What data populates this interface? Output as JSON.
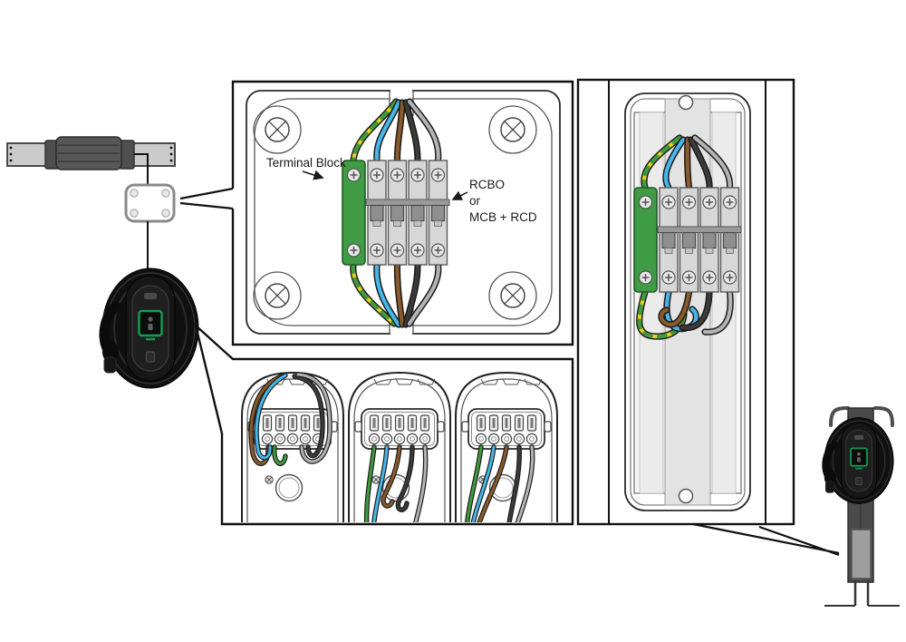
{
  "labels": {
    "terminal_block": "Terminal Block",
    "rcbo_1": "RCBO",
    "rcbo_2": "or",
    "rcbo_3": "MCB + RCD"
  },
  "colors": {
    "wire_earth_yellow": "#e6d51f",
    "wire_earth_green": "#3e9b3e",
    "wire_neutral_blue": "#47b6e8",
    "wire_live_brown": "#8a5a2b",
    "wire_black": "#3b3b3b",
    "wire_gray": "#b3b3b3",
    "terminal_block_green": "#3f9b44",
    "breaker_gray": "#d7d7d7",
    "charger_screen_green": "#0fa04e",
    "outline_black": "#111111"
  }
}
